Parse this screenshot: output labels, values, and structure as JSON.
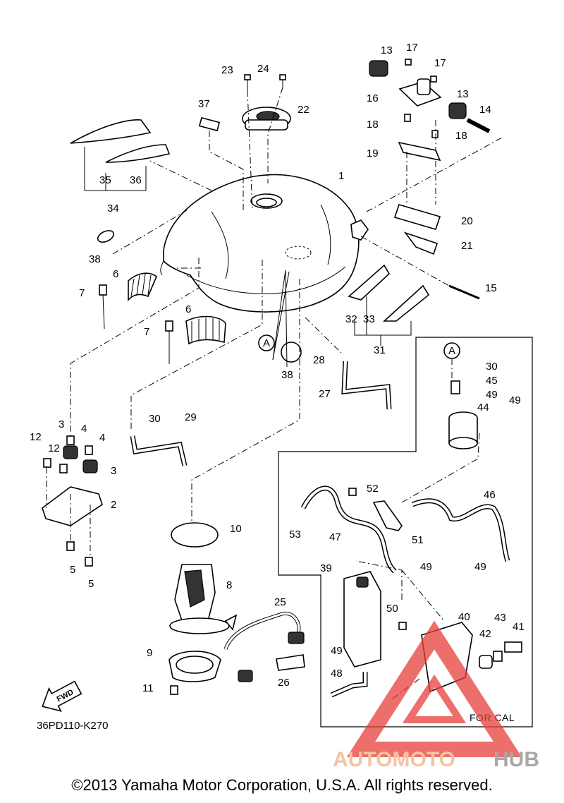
{
  "diagram": {
    "code": "36PD110-K270",
    "callouts": {
      "p1": "1",
      "p2": "2",
      "p3a": "3",
      "p3b": "3",
      "p4a": "4",
      "p4b": "4",
      "p5a": "5",
      "p5b": "5",
      "p6a": "6",
      "p6b": "6",
      "p7a": "7",
      "p7b": "7",
      "p8": "8",
      "p9": "9",
      "p10": "10",
      "p11": "11",
      "p12a": "12",
      "p12b": "12",
      "p13a": "13",
      "p13b": "13",
      "p14": "14",
      "p15": "15",
      "p16": "16",
      "p17a": "17",
      "p17b": "17",
      "p18a": "18",
      "p18b": "18",
      "p19": "19",
      "p20": "20",
      "p21": "21",
      "p22": "22",
      "p23": "23",
      "p24": "24",
      "p25": "25",
      "p26": "26",
      "p27": "27",
      "p28": "28",
      "p29": "29",
      "p30a": "30",
      "p30b": "30",
      "p31": "31",
      "p32": "32",
      "p33": "33",
      "p34": "34",
      "p35": "35",
      "p36": "36",
      "p37": "37",
      "p38a": "38",
      "p38b": "38",
      "p39": "39",
      "p40": "40",
      "p41": "41",
      "p42": "42",
      "p43": "43",
      "p44": "44",
      "p45": "45",
      "p46": "46",
      "p47": "47",
      "p48": "48",
      "p49a": "49",
      "p49b": "49",
      "p49c": "49",
      "p49d": "49",
      "p49e": "49",
      "p50": "50",
      "p51": "51",
      "p52": "52",
      "p53": "53",
      "refA1": "A",
      "refA2": "A"
    },
    "fwd_label": "FWD",
    "for_cal_label": "FOR CAL"
  },
  "watermark": {
    "part1": "AUTOMOTO",
    "part2": "HUB",
    "color1": "#f4b084",
    "color2": "#8c8c8c",
    "triangle_color": "#e8403a"
  },
  "footer": {
    "copyright": "©2013 Yamaha Motor Corporation, U.S.A. All rights reserved."
  }
}
